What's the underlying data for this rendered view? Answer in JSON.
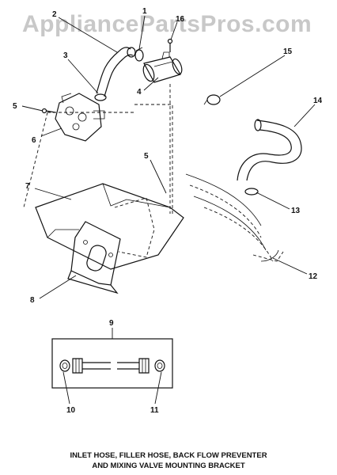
{
  "watermark": "AppliancePartsPros.com",
  "callouts": [
    {
      "id": "1",
      "label": "1"
    },
    {
      "id": "2",
      "label": "2"
    },
    {
      "id": "3",
      "label": "3"
    },
    {
      "id": "4",
      "label": "4"
    },
    {
      "id": "5a",
      "label": "5"
    },
    {
      "id": "5b",
      "label": "5"
    },
    {
      "id": "6",
      "label": "6"
    },
    {
      "id": "7",
      "label": "7"
    },
    {
      "id": "8",
      "label": "8"
    },
    {
      "id": "9",
      "label": "9"
    },
    {
      "id": "10",
      "label": "10"
    },
    {
      "id": "11",
      "label": "11"
    },
    {
      "id": "12",
      "label": "12"
    },
    {
      "id": "13",
      "label": "13"
    },
    {
      "id": "14",
      "label": "14"
    },
    {
      "id": "15",
      "label": "15"
    },
    {
      "id": "16",
      "label": "16"
    }
  ],
  "caption": {
    "line1": "INLET HOSE, FILLER HOSE, BACK FLOW PREVENTER",
    "line2": "AND MIXING VALVE MOUNTING BRACKET"
  }
}
